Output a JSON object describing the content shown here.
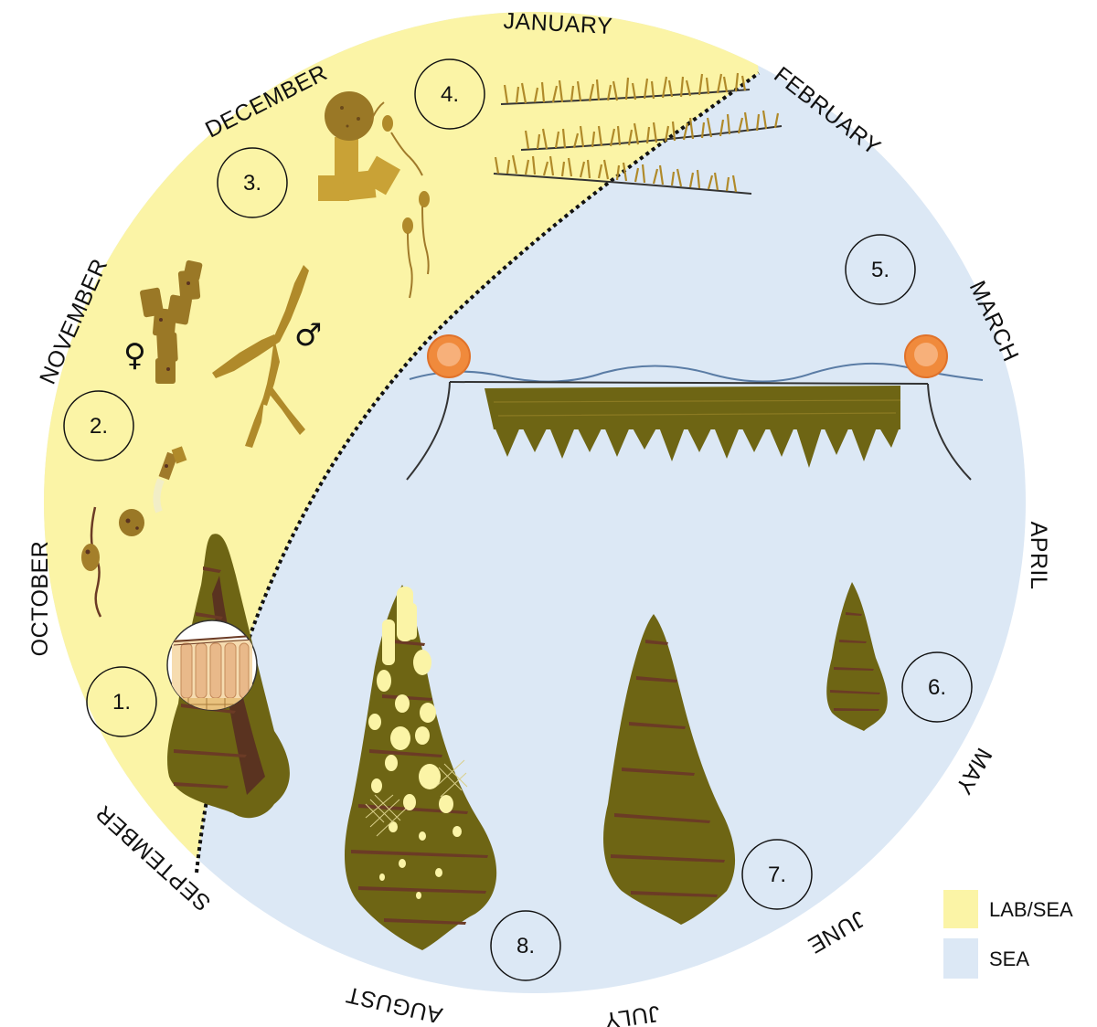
{
  "months": {
    "january": "JANUARY",
    "february": "FEBRUARY",
    "march": "MARCH",
    "april": "APRIL",
    "may": "MAY",
    "june": "JUNE",
    "july": "JULY",
    "august": "AUGUST",
    "september": "SEPTEMBER",
    "october": "OCTOBER",
    "november": "NOVEMBER",
    "december": "DECEMBER"
  },
  "stages": [
    "1.",
    "2.",
    "3.",
    "4.",
    "5.",
    "6.",
    "7.",
    "8."
  ],
  "symbols": {
    "female": "♀",
    "male": "♂"
  },
  "legend": [
    {
      "label": "LAB/SEA",
      "color": "#fbf4a6"
    },
    {
      "label": "SEA",
      "color": "#dce8f5"
    }
  ],
  "colors": {
    "lab_sea": "#fbf4a6",
    "sea": "#dce8f5",
    "kelp": "#6e6514",
    "kelp_stripe": "#6b3b25",
    "sorus": "#5a3320",
    "gametophyte": "#b08a2a",
    "spot": "#fbf4a6",
    "buoy": "#f08a3c"
  }
}
